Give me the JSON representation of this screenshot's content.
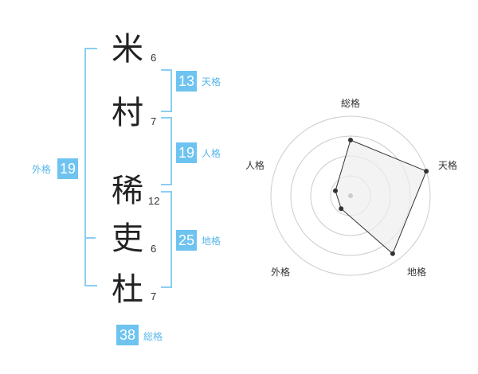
{
  "name": {
    "chars": [
      {
        "char": "米",
        "strokes": "6"
      },
      {
        "char": "村",
        "strokes": "7"
      },
      {
        "char": "稀",
        "strokes": "12"
      },
      {
        "char": "吏",
        "strokes": "6"
      },
      {
        "char": "杜",
        "strokes": "7"
      }
    ]
  },
  "fortunes": {
    "tenkaku": {
      "value": "13",
      "label": "天格"
    },
    "jinkaku": {
      "value": "19",
      "label": "人格"
    },
    "chikaku": {
      "value": "25",
      "label": "地格"
    },
    "gaikaku": {
      "value": "19",
      "label": "外格"
    },
    "soukaku": {
      "value": "38",
      "label": "総格"
    }
  },
  "radar": {
    "labels": {
      "top": "総格",
      "right": "天格",
      "bottom_right": "地格",
      "bottom_left": "外格",
      "left": "人格"
    },
    "scores": {
      "soukaku": 0.7,
      "tenkaku": 1.0,
      "chikaku": 0.9,
      "gaikaku": 0.2,
      "jinkaku": 0.2
    },
    "rings": 4,
    "colors": {
      "fill": "#eeeeee",
      "line": "#333333",
      "ring": "#cccccc",
      "point": "#333333",
      "center": "#cccccc"
    }
  }
}
